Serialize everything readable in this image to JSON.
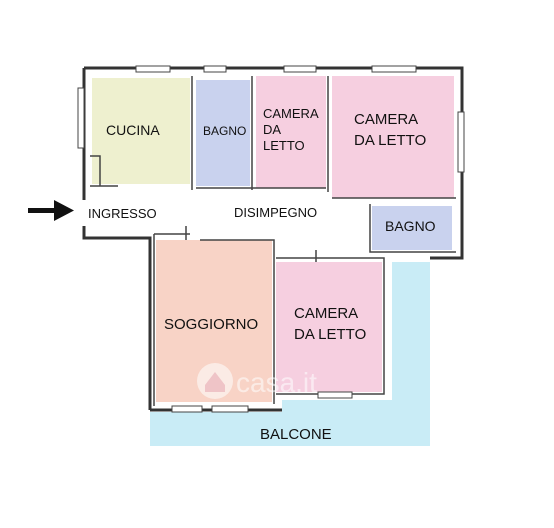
{
  "colors": {
    "cucina": "#eef0cf",
    "bagno": "#c9d2ee",
    "camera": "#f6cfe0",
    "soggiorno": "#f8d3c6",
    "balcone": "#c9ecf6",
    "wall": "#333333",
    "arrow": "#111111"
  },
  "rooms": {
    "cucina": "CUCINA",
    "bagno_small": "BAGNO",
    "camera1_line1": "CAMERA",
    "camera1_line2": "DA",
    "camera1_line3": "LETTO",
    "camera2_line1": "CAMERA",
    "camera2_line2": "DA LETTO",
    "ingresso": "INGRESSO",
    "disimpegno": "DISIMPEGNO",
    "bagno_right": "BAGNO",
    "soggiorno": "SOGGIORNO",
    "camera3_line1": "CAMERA",
    "camera3_line2": "DA LETTO",
    "balcone": "BALCONE"
  },
  "watermark": "casa.it",
  "icons": {
    "entrance_arrow": "arrow-right-icon",
    "watermark_logo": "house-logo-icon"
  }
}
